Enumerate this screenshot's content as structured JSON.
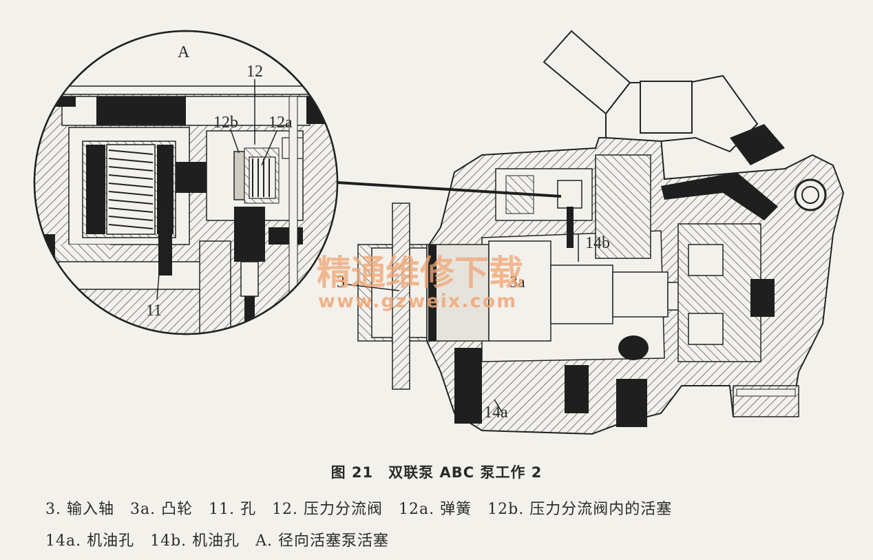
{
  "labels": {
    "A": "A",
    "l12": "12",
    "l12b": "12b",
    "l12a": "12a",
    "l11": "11",
    "l3": "3",
    "l3a": "3a",
    "l14b": "14b",
    "l14a": "14a"
  },
  "watermark": {
    "title": "精通维修下载",
    "url": "www.gzweix.com"
  },
  "caption": "图 21　双联泵 ABC 泵工作 2",
  "legend": {
    "line1": "3. 输入轴　3a. 凸轮　11. 孔　12. 压力分流阀　12a. 弹簧　12b. 压力分流阀内的活塞",
    "line2": "14a. 机油孔　14b. 机油孔　A. 径向活塞泵活塞"
  }
}
